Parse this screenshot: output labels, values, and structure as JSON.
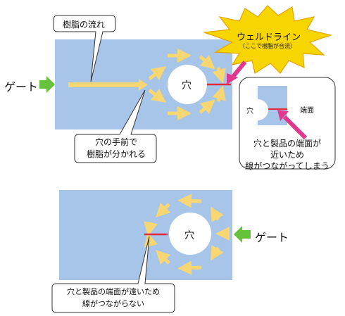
{
  "labels": {
    "resin_flow": "樹脂の流れ",
    "split_before_hole": [
      "穴の手前で",
      "樹脂が分かれる"
    ],
    "gate": "ゲート",
    "hole": "穴",
    "weldline_title": "ウェルドライン",
    "weldline_sub": "（ここで樹脂が合流）",
    "detail_hole": "穴",
    "detail_edge": "端面",
    "close_edge_note": [
      "穴と製品の端面が",
      "近いため",
      "線がつながってしまう"
    ],
    "gate_bottom": "ゲート",
    "hole_bottom": "穴",
    "far_edge_note": [
      "穴と製品の端面が遠いため",
      "線がつながらない"
    ]
  },
  "colors": {
    "part": "#a7c5e8",
    "arrow": "#f7d774",
    "weld_line": "#e32b3a",
    "gate_arrow": "#66c13b",
    "callout_arrow": "#e0388f",
    "burst": "#f7d500",
    "burst_stroke": "#e5a400"
  }
}
